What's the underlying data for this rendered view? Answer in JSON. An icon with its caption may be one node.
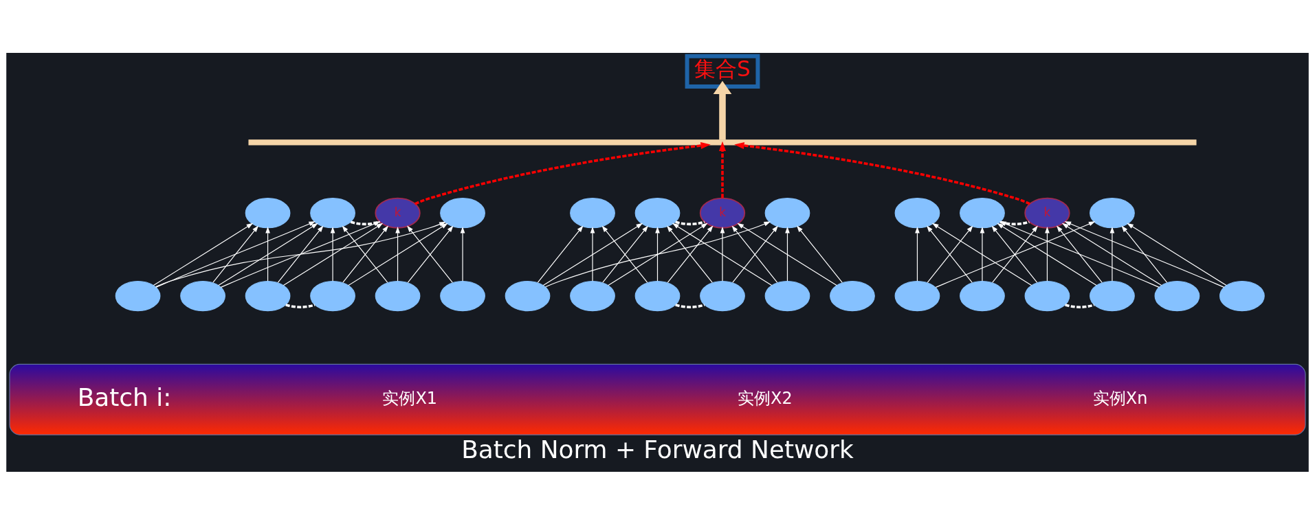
{
  "diagram": {
    "caption": "Batch Norm + Forward Network",
    "nodes": [
      {
        "text": [
          "集合S"
        ]
      },
      {
        "text": [],
        "shape": "bar"
      },
      {
        "text": [],
        "shape": "ellipse"
      },
      {
        "text": [],
        "shape": "ellipse"
      },
      {
        "text": [
          "k"
        ]
      },
      {
        "text": [],
        "shape": "ellipse"
      },
      {
        "text": [],
        "shape": "ellipse"
      },
      {
        "text": [],
        "shape": "ellipse"
      },
      {
        "text": [
          "k"
        ]
      },
      {
        "text": [],
        "shape": "ellipse"
      },
      {
        "text": [],
        "shape": "ellipse"
      },
      {
        "text": [],
        "shape": "ellipse"
      },
      {
        "text": [
          "k"
        ]
      },
      {
        "text": [],
        "shape": "ellipse"
      },
      {
        "text": [],
        "shape": "ellipse"
      },
      {
        "text": [],
        "shape": "ellipse"
      },
      {
        "text": [],
        "shape": "ellipse"
      },
      {
        "text": [],
        "shape": "ellipse"
      },
      {
        "text": [],
        "shape": "ellipse"
      },
      {
        "text": [],
        "shape": "ellipse"
      },
      {
        "text": [],
        "shape": "ellipse"
      },
      {
        "text": [],
        "shape": "ellipse"
      },
      {
        "text": [],
        "shape": "ellipse"
      },
      {
        "text": [],
        "shape": "ellipse"
      },
      {
        "text": [],
        "shape": "ellipse"
      },
      {
        "text": [],
        "shape": "ellipse"
      },
      {
        "text": [],
        "shape": "ellipse"
      },
      {
        "text": [],
        "shape": "ellipse"
      },
      {
        "text": [],
        "shape": "ellipse"
      },
      {
        "text": [],
        "shape": "ellipse"
      },
      {
        "text": [],
        "shape": "ellipse"
      },
      {
        "text": [],
        "shape": "ellipse"
      },
      {
        "text": [
          "Batch i:",
          "实例X1",
          "实例X2",
          "实例Xn"
        ]
      }
    ],
    "edges": [
      {
        "from": 14,
        "to": 2,
        "arrow": "to"
      },
      {
        "from": 15,
        "to": 2,
        "arrow": "to"
      },
      {
        "from": 16,
        "to": 2,
        "arrow": "to"
      },
      {
        "from": 14,
        "to": 3,
        "arrow": "to"
      },
      {
        "from": 15,
        "to": 3,
        "arrow": "to"
      },
      {
        "from": 16,
        "to": 3,
        "arrow": "to"
      },
      {
        "from": 17,
        "to": 3,
        "arrow": "to"
      },
      {
        "from": 18,
        "to": 3,
        "arrow": "to"
      },
      {
        "from": 15,
        "to": 4,
        "arrow": "to"
      },
      {
        "from": 16,
        "to": 4,
        "arrow": "to"
      },
      {
        "from": 17,
        "to": 4,
        "arrow": "to"
      },
      {
        "from": 18,
        "to": 4,
        "arrow": "to"
      },
      {
        "from": 19,
        "to": 4,
        "arrow": "to"
      },
      {
        "from": 14,
        "to": 5,
        "arrow": "to"
      },
      {
        "from": 17,
        "to": 5,
        "arrow": "to"
      },
      {
        "from": 18,
        "to": 5,
        "arrow": "to"
      },
      {
        "from": 19,
        "to": 5,
        "arrow": "to"
      },
      {
        "from": 3,
        "to": 4,
        "arrow": "none",
        "style": "dashed"
      },
      {
        "from": 16,
        "to": 17,
        "arrow": "none",
        "style": "dashed"
      },
      {
        "from": 4,
        "to": 1,
        "arrow": "to",
        "style": "dashed",
        "color": "#ff0000"
      },
      {
        "from": 20,
        "to": 6,
        "arrow": "to"
      },
      {
        "from": 21,
        "to": 6,
        "arrow": "to"
      },
      {
        "from": 22,
        "to": 6,
        "arrow": "to"
      },
      {
        "from": 20,
        "to": 7,
        "arrow": "to"
      },
      {
        "from": 21,
        "to": 7,
        "arrow": "to"
      },
      {
        "from": 22,
        "to": 7,
        "arrow": "to"
      },
      {
        "from": 23,
        "to": 7,
        "arrow": "to"
      },
      {
        "from": 24,
        "to": 7,
        "arrow": "to"
      },
      {
        "from": 21,
        "to": 8,
        "arrow": "to"
      },
      {
        "from": 22,
        "to": 8,
        "arrow": "to"
      },
      {
        "from": 23,
        "to": 8,
        "arrow": "to"
      },
      {
        "from": 24,
        "to": 8,
        "arrow": "to"
      },
      {
        "from": 25,
        "to": 8,
        "arrow": "to"
      },
      {
        "from": 20,
        "to": 9,
        "arrow": "to"
      },
      {
        "from": 23,
        "to": 9,
        "arrow": "to"
      },
      {
        "from": 24,
        "to": 9,
        "arrow": "to"
      },
      {
        "from": 25,
        "to": 9,
        "arrow": "to"
      },
      {
        "from": 7,
        "to": 8,
        "arrow": "none",
        "style": "dashed"
      },
      {
        "from": 22,
        "to": 23,
        "arrow": "none",
        "style": "dashed"
      },
      {
        "from": 8,
        "to": 1,
        "arrow": "to",
        "style": "dashed",
        "color": "#ff0000"
      },
      {
        "from": 26,
        "to": 10,
        "arrow": "to"
      },
      {
        "from": 27,
        "to": 10,
        "arrow": "to"
      },
      {
        "from": 28,
        "to": 10,
        "arrow": "to"
      },
      {
        "from": 26,
        "to": 11,
        "arrow": "to"
      },
      {
        "from": 27,
        "to": 11,
        "arrow": "to"
      },
      {
        "from": 28,
        "to": 11,
        "arrow": "to"
      },
      {
        "from": 29,
        "to": 11,
        "arrow": "to"
      },
      {
        "from": 30,
        "to": 11,
        "arrow": "to"
      },
      {
        "from": 27,
        "to": 12,
        "arrow": "to"
      },
      {
        "from": 28,
        "to": 12,
        "arrow": "to"
      },
      {
        "from": 29,
        "to": 12,
        "arrow": "to"
      },
      {
        "from": 30,
        "to": 12,
        "arrow": "to"
      },
      {
        "from": 31,
        "to": 12,
        "arrow": "to"
      },
      {
        "from": 26,
        "to": 13,
        "arrow": "to"
      },
      {
        "from": 29,
        "to": 13,
        "arrow": "to"
      },
      {
        "from": 30,
        "to": 13,
        "arrow": "to"
      },
      {
        "from": 31,
        "to": 13,
        "arrow": "to"
      },
      {
        "from": 11,
        "to": 12,
        "arrow": "none",
        "style": "dashed"
      },
      {
        "from": 28,
        "to": 29,
        "arrow": "none",
        "style": "dashed"
      },
      {
        "from": 12,
        "to": 1,
        "arrow": "to",
        "style": "dashed",
        "color": "#ff0000"
      },
      {
        "from": 1,
        "to": 0,
        "arrow": "to",
        "style": "thick",
        "color": "#f5d5a8"
      }
    ]
  }
}
